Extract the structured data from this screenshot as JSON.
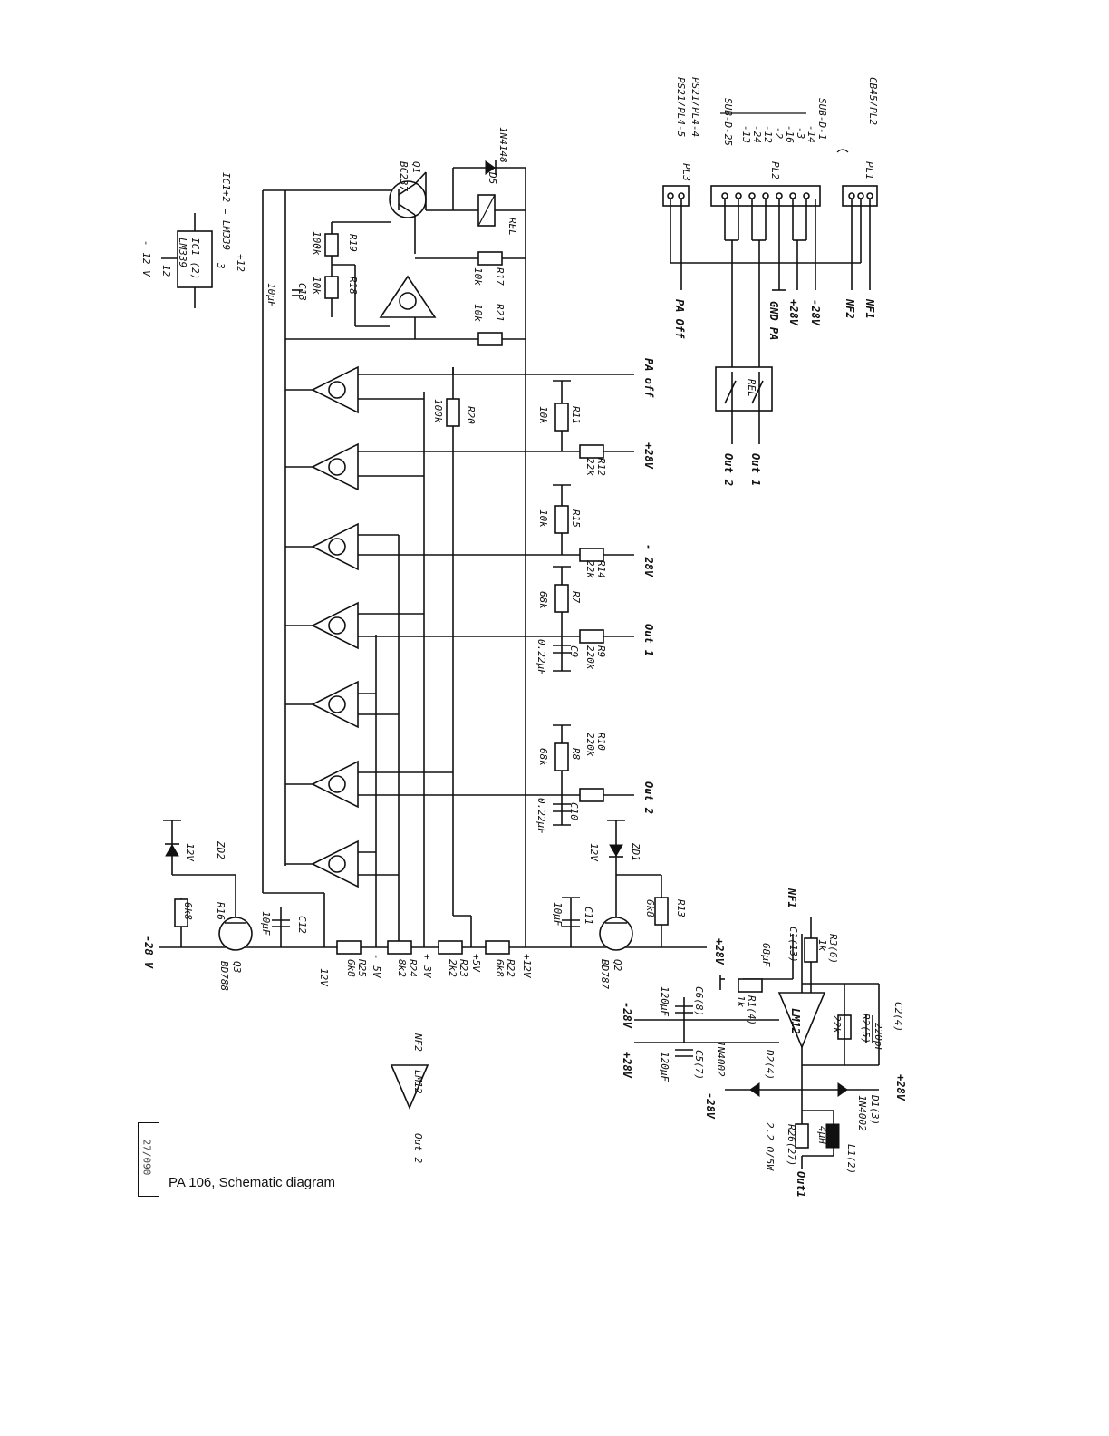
{
  "caption": "PA 106, Schematic diagram",
  "caption_code": "27/090",
  "labels": {
    "ic_note": "IC1+2 = LM339",
    "ic_block": "IC1 (2)",
    "ic_part": "LM339",
    "pin3": "3",
    "pin12": "12",
    "plus12": "+12",
    "minus12": "- 12 V",
    "q1": "Q1",
    "q1_part": "BC237",
    "d5": "D5",
    "d5_part": "1N4148",
    "rel": "REL",
    "r19": "R19",
    "r19_v": "100k",
    "r18": "R18",
    "r18_v": "10k",
    "r17": "R17",
    "r17_v": "10k",
    "r21": "R21",
    "r21_v": "10k",
    "c13": "C13",
    "c13_v": "10µF",
    "r20": "R20",
    "r20_v": "100k",
    "r11": "R11",
    "r11_v": "10k",
    "r12": "R12",
    "r12_v": "22k",
    "r15": "R15",
    "r15_v": "10k",
    "r14": "R14",
    "r14_v": "22k",
    "r7": "R7",
    "r7_v": "68k",
    "r9": "R9",
    "r9_v": "220k",
    "c9": "C9",
    "c9_v": "0.22µF",
    "r8": "R8",
    "r8_v": "68k",
    "r10": "R10",
    "r10_v": "220k",
    "c10": "C10",
    "c10_v": "0.22µF",
    "pa_off": "PA off",
    "in_p28": "+28V",
    "in_m28": "- 28V",
    "in_out1": "Out 1",
    "in_out2": "Out 2",
    "zd1": "ZD1",
    "zd1_v": "12V",
    "r13": "R13",
    "r13_v": "6k8",
    "c11": "C11",
    "c11_v": "10µF",
    "q2": "Q2",
    "q2_part": "BD787",
    "zd2": "ZD2",
    "zd2_v": "12V",
    "r16": "R16",
    "r16_v": "6k8",
    "c12": "C12",
    "c12_v": "10µF",
    "q3": "Q3",
    "q3_part": "BD788",
    "r25": "R25",
    "r25_v": "6k8",
    "r24": "R24",
    "r24_v": "8k2",
    "r23": "R23",
    "r23_v": "2k2",
    "r22": "R22",
    "r22_v": "6k8",
    "v_m28": "-28 V",
    "v_12": "12V",
    "v_m5": "- 5V",
    "v_p3": "+ 3V",
    "v_p5": "+5V",
    "v_p12": "+12V",
    "v_p28": "+28V",
    "cb": "CB45/PL2",
    "pl1": "PL1",
    "pl2": "PL2",
    "pl3": "PL3",
    "subd1": "SUB-D-1",
    "subd25": "SUB-D-25",
    "ps21a": "PS21/PL4-4",
    "ps21b": "PS21/PL4-5",
    "pins_a": [
      "-14",
      "-3",
      "-16",
      "-2"
    ],
    "pins_b": [
      "-12",
      "-24",
      "-13"
    ],
    "nf1": "NF1",
    "nf2": "NF2",
    "v28p": "+28V",
    "v28m": "-28V",
    "gnd_pa": "GND PA",
    "pa_off2": "PA Off",
    "rel2": "REL",
    "out1": "Out 1",
    "out2": "Out 2",
    "nf1b": "NF1",
    "c1": "C1(13)",
    "c1_v": "68µF",
    "r3": "R3(6)",
    "r3_v": "1k",
    "r1": "R1(4)",
    "r1_v": "1k",
    "c6": "C6(8)",
    "c6_v": "120µF",
    "c2": "C2(4)",
    "c2_v": "220pF",
    "r2": "R2(5)",
    "r2_v": "22k",
    "lm12": "LM12",
    "amp_m28": "-28V",
    "amp_p28": "+28V",
    "c5": "C5(7)",
    "c5_v": "120µF",
    "d2": "D2(4)",
    "d2_v": "1N4002",
    "d1": "D1(3)",
    "d1_v": "1N4002",
    "d_p28": "+28V",
    "d_m28": "-28V",
    "r26": "R26(27)",
    "r26_v": "2.2 Ω/5W",
    "l1": "L1(2)",
    "l1_v": "4µH",
    "out1b": "Out1",
    "nf2b": "NF2",
    "lm12b": "LM12",
    "outb": "Out 2"
  }
}
